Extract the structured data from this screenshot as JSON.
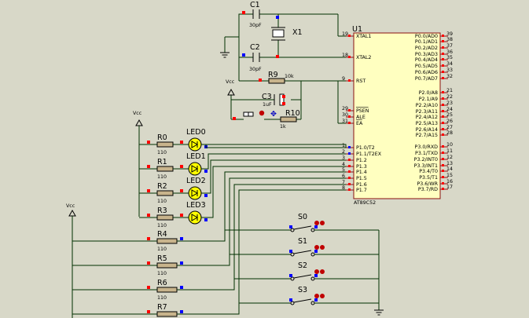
{
  "colors": {
    "background": "#d8d8c8",
    "wire": "#003000",
    "chip_body": "#ffffc0",
    "chip_outline": "#8a1010",
    "resistor_body": "#c8b48c",
    "led_body": "#ffff00",
    "pin_red": "#ff0000",
    "pin_blue": "#0000ff",
    "switch_knob": "#c00000"
  },
  "u1": {
    "ref": "U1",
    "part": "AT89C52",
    "left_pins": [
      {
        "num": "19",
        "name": "XTAL1"
      },
      {
        "num": "18",
        "name": "XTAL2"
      },
      {
        "num": "9",
        "name": "RST"
      },
      {
        "num": "29",
        "name": "PSEN"
      },
      {
        "num": "30",
        "name": "ALE"
      },
      {
        "num": "31",
        "name": "EA"
      },
      {
        "num": "1",
        "name": "P1.0/T2"
      },
      {
        "num": "2",
        "name": "P1.1/T2EX"
      },
      {
        "num": "3",
        "name": "P1.2"
      },
      {
        "num": "4",
        "name": "P1.3"
      },
      {
        "num": "5",
        "name": "P1.4"
      },
      {
        "num": "6",
        "name": "P1.5"
      },
      {
        "num": "7",
        "name": "P1.6"
      },
      {
        "num": "8",
        "name": "P1.7"
      }
    ],
    "right_pins": [
      {
        "num": "39",
        "name": "P0.0/AD0"
      },
      {
        "num": "38",
        "name": "P0.1/AD1"
      },
      {
        "num": "37",
        "name": "P0.2/AD2"
      },
      {
        "num": "36",
        "name": "P0.3/AD3"
      },
      {
        "num": "35",
        "name": "P0.4/AD4"
      },
      {
        "num": "34",
        "name": "P0.5/AD5"
      },
      {
        "num": "33",
        "name": "P0.6/AD6"
      },
      {
        "num": "32",
        "name": "P0.7/AD7"
      },
      {
        "num": "21",
        "name": "P2.0/A8"
      },
      {
        "num": "22",
        "name": "P2.1/A9"
      },
      {
        "num": "23",
        "name": "P2.2/A10"
      },
      {
        "num": "24",
        "name": "P2.3/A11"
      },
      {
        "num": "25",
        "name": "P2.4/A12"
      },
      {
        "num": "26",
        "name": "P2.5/A13"
      },
      {
        "num": "27",
        "name": "P2.6/A14"
      },
      {
        "num": "28",
        "name": "P2.7/A15"
      },
      {
        "num": "10",
        "name": "P3.0/RXD"
      },
      {
        "num": "11",
        "name": "P3.1/TXD"
      },
      {
        "num": "12",
        "name": "P3.2/INT0"
      },
      {
        "num": "13",
        "name": "P3.3/INT1"
      },
      {
        "num": "14",
        "name": "P3.4/T0"
      },
      {
        "num": "15",
        "name": "P3.5/T1"
      },
      {
        "num": "16",
        "name": "P3.6/WR"
      },
      {
        "num": "17",
        "name": "P3.7/RD"
      }
    ]
  },
  "c1": {
    "ref": "C1",
    "value": "30pF"
  },
  "c2": {
    "ref": "C2",
    "value": "30pF"
  },
  "c3": {
    "ref": "C3",
    "value": "1uF"
  },
  "x1": {
    "ref": "X1"
  },
  "r9": {
    "ref": "R9",
    "value": "10k"
  },
  "r10": {
    "ref": "R10",
    "value": "1k"
  },
  "vcc_label": "Vcc",
  "leds": [
    {
      "r": "R0",
      "rv": "110",
      "led": "LED0"
    },
    {
      "r": "R1",
      "rv": "110",
      "led": "LED1"
    },
    {
      "r": "R2",
      "rv": "110",
      "led": "LED2"
    },
    {
      "r": "R3",
      "rv": "110",
      "led": "LED3"
    }
  ],
  "switches": [
    {
      "r": "R4",
      "rv": "110",
      "s": "S0"
    },
    {
      "r": "R5",
      "rv": "110",
      "s": "S1"
    },
    {
      "r": "R6",
      "rv": "110",
      "s": "S2"
    },
    {
      "r": "R7",
      "rv": "110",
      "s": "S3"
    }
  ]
}
